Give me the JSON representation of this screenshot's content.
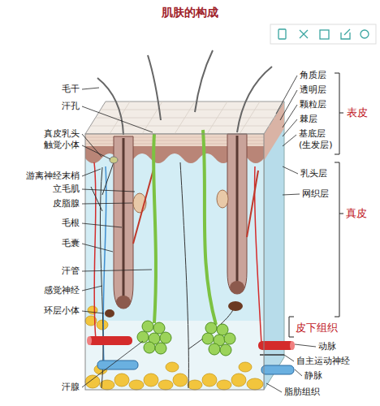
{
  "diagram": {
    "title": "肌肤的构成",
    "labels": [
      "毛干",
      "汗孔",
      "真皮乳头",
      "触觉小体",
      "游离神经末梢",
      "立毛肌",
      "皮脂腺",
      "毛根",
      "毛囊",
      "汗管",
      "感觉神经",
      "环层小体",
      "汗腺",
      "角质层",
      "透明层",
      "颗粒层",
      "棘层",
      "基底层 (生发层)",
      "表皮",
      "乳头层",
      "网织层",
      "真皮",
      "皮下组织",
      "动脉",
      "自主运动神经",
      "静脉",
      "脂肪组织"
    ]
  }
}
